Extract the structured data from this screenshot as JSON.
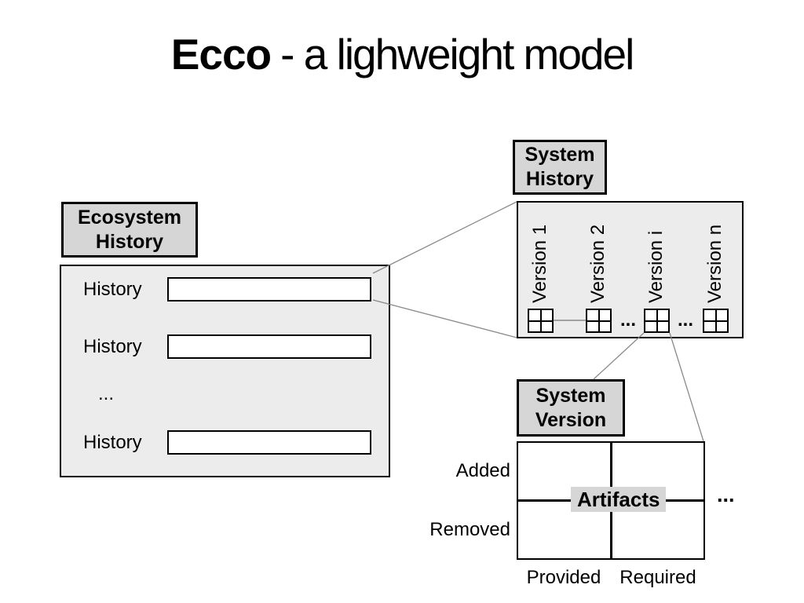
{
  "title": {
    "brand": "Ecco",
    "subtitle": "- a lighweight model"
  },
  "ecosystem_history": {
    "label_line1": "Ecosystem",
    "label_line2": "History",
    "rows": [
      "History",
      "History",
      "History"
    ],
    "ellipsis": "..."
  },
  "system_history": {
    "label_line1": "System",
    "label_line2": "History",
    "versions": [
      "Version 1",
      "Version 2",
      "Version i",
      "Version n"
    ],
    "ellipsis": "..."
  },
  "system_version": {
    "label_line1": "System",
    "label_line2": "Version",
    "row_labels": [
      "Added",
      "Removed"
    ],
    "col_labels": [
      "Provided",
      "Required"
    ],
    "center_label": "Artifacts",
    "ellipsis": "..."
  },
  "colors": {
    "background": "#ffffff",
    "label_fill": "#d6d6d6",
    "panel_fill": "#ececec",
    "border": "#000000",
    "connector": "#8a8a8a"
  }
}
